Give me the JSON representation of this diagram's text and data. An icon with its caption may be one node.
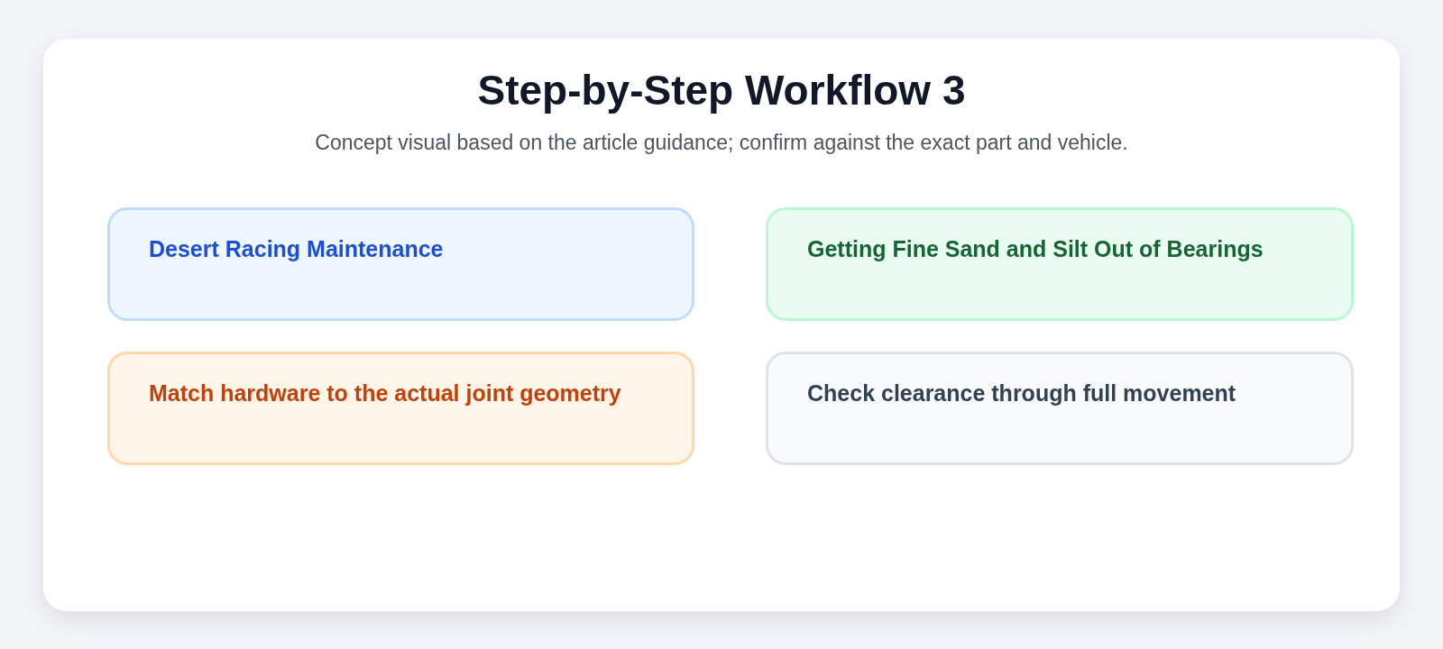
{
  "diagram": {
    "title": "Step-by-Step Workflow 3",
    "nodes": [
      {
        "text": [
          "Desert Racing Maintenance"
        ]
      },
      {
        "text": [
          "Getting Fine Sand and Silt Out of Bearings"
        ]
      },
      {
        "text": [
          "Match hardware to the actual joint geometry"
        ]
      },
      {
        "text": [
          "Check clearance through full movement"
        ]
      }
    ],
    "labels": [
      "Concept visual based on the article guidance; confirm against the exact part and vehicle."
    ]
  }
}
